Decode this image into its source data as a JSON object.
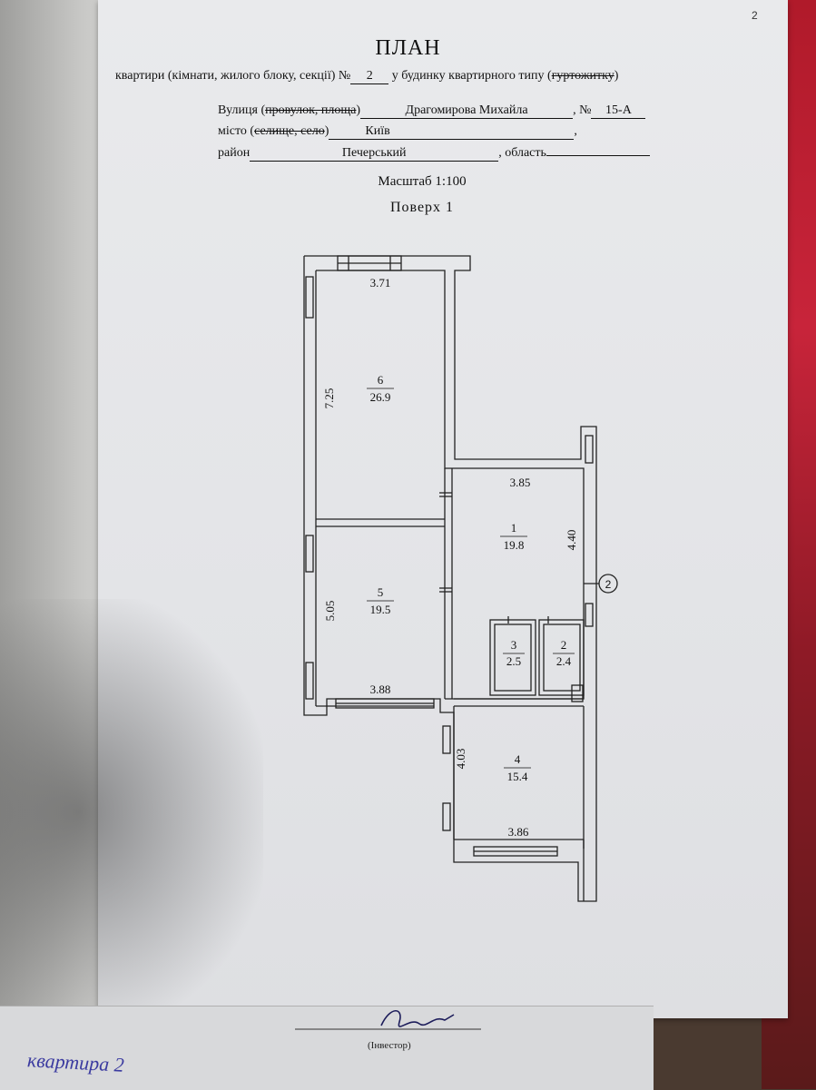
{
  "page_number": "2",
  "title": "ПЛАН",
  "header": {
    "line1_prefix": "квартири (кімнати, жилого блоку, секції) №",
    "apartment_no": "2",
    "line1_mid": "у будинку квартирного типу",
    "line1_struck": "гуртожитку",
    "street_label": "Вулиця",
    "street_struck": "провулок, площа",
    "street_value": "Драгомирова Михайла",
    "house_label": "№",
    "house_value": "15-А",
    "city_label": "місто",
    "city_struck": "селище, село",
    "city_value": "Київ",
    "district_label": "район",
    "district_value": "Печерський",
    "region_label": ", область"
  },
  "scale": "Масштаб 1:100",
  "floor": "Поверх 1",
  "rooms": [
    {
      "number": "6",
      "area": "26.9"
    },
    {
      "number": "1",
      "area": "19.8"
    },
    {
      "number": "5",
      "area": "19.5"
    },
    {
      "number": "3",
      "area": "2.5"
    },
    {
      "number": "2",
      "area": "2.4"
    },
    {
      "number": "4",
      "area": "15.4"
    }
  ],
  "dimensions": {
    "room6_width": "3.71",
    "room6_length": "7.25",
    "room1_width": "3.85",
    "room1_length": "4.40",
    "room5_length": "5.05",
    "room5_width": "3.88",
    "room4_length": "4.03",
    "room4_width": "3.86"
  },
  "axis_marker": "2",
  "signature_label": "(Інвестор)",
  "handwriting": "квартира 2"
}
